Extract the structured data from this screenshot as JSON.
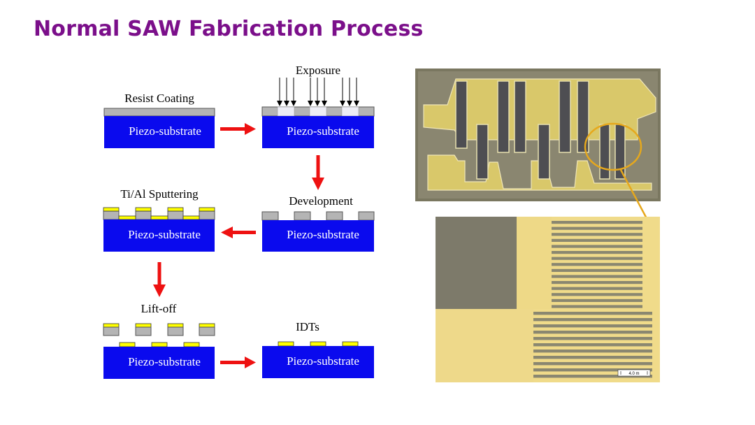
{
  "title": "Normal SAW Fabrication Process",
  "steps": {
    "resist_coating": "Resist Coating",
    "exposure": "Exposure",
    "development": "Development",
    "sputtering": "Ti/Al Sputtering",
    "liftoff": "Lift-off",
    "idts": "IDTs"
  },
  "substrate_label": "Piezo-substrate",
  "scale_bar_text": "4.0 m",
  "colors": {
    "title": "#7b0f8a",
    "substrate": "#0a0aee",
    "resist": "#b4b4b4",
    "metal": "#ffff00",
    "arrow": "#ee1111",
    "highlight": "#e6a81c"
  }
}
